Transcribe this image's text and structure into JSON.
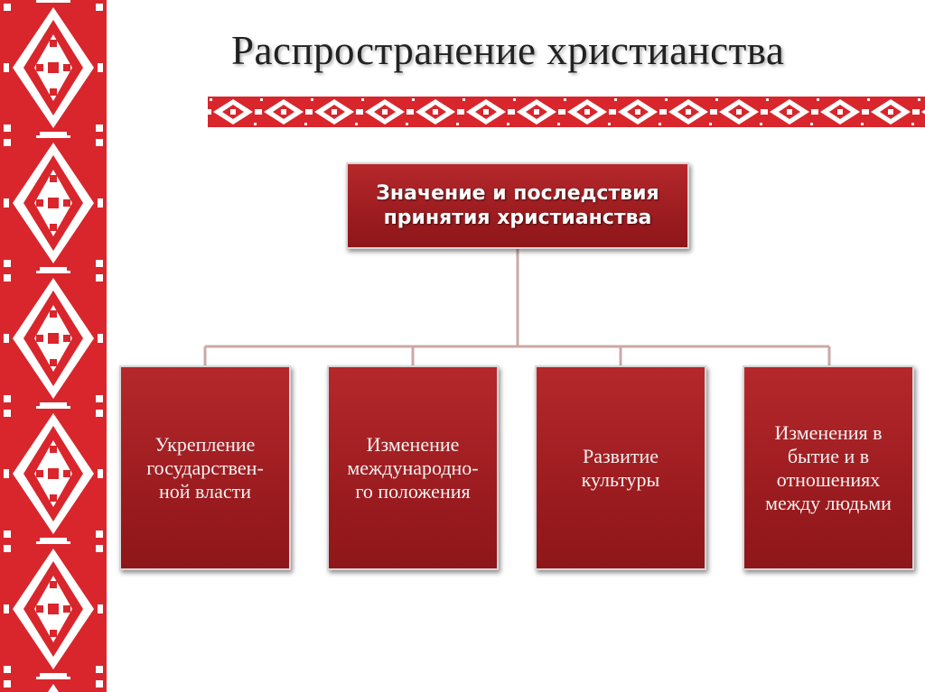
{
  "title": "Распространение христианства",
  "root": {
    "label": "Значение и последствия\nпринятия христианства"
  },
  "children": [
    {
      "label": "Укрепление\nгосударствен-\nной власти"
    },
    {
      "label": "Изменение\nмеждународно-\nго положения"
    },
    {
      "label": "Развитие\nкультуры"
    },
    {
      "label": "Изменения в\nбытие и в\nотношениях\nмежду людьми"
    }
  ],
  "colors": {
    "box_fill": "#a52226",
    "ornament": "#d8262c",
    "connector": "#c9a9a9"
  }
}
